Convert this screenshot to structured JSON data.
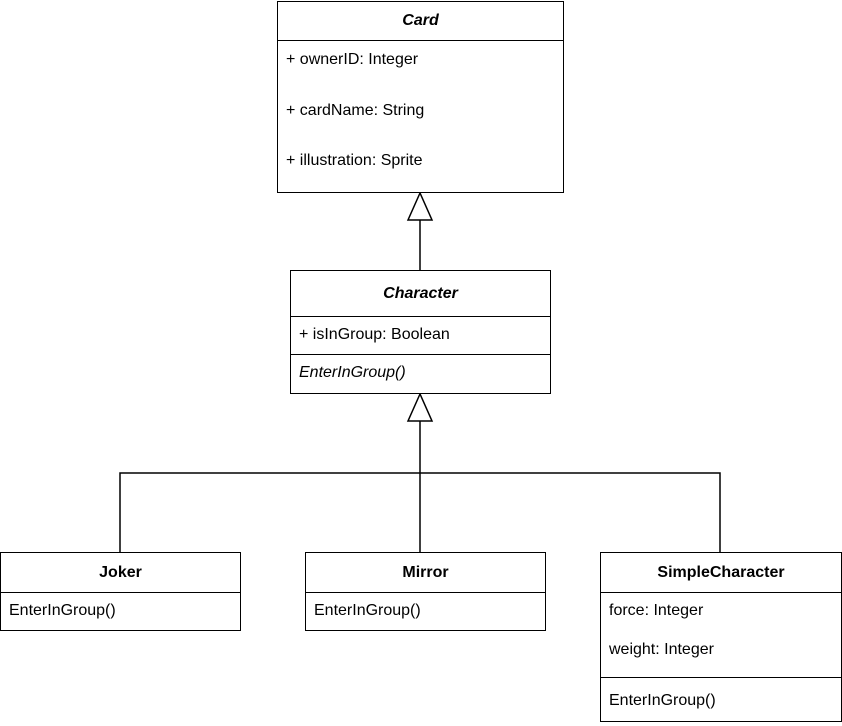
{
  "diagram": {
    "classes": {
      "card": {
        "name": "Card",
        "attributes": [
          "+ ownerID: Integer",
          "+ cardName: String",
          "+ illustration: Sprite"
        ]
      },
      "character": {
        "name": "Character",
        "attributes": [
          "+ isInGroup: Boolean"
        ],
        "methods": [
          "EnterInGroup()"
        ]
      },
      "joker": {
        "name": "Joker",
        "methods": [
          "EnterInGroup()"
        ]
      },
      "mirror": {
        "name": "Mirror",
        "methods": [
          "EnterInGroup()"
        ]
      },
      "simple_character": {
        "name": "SimpleCharacter",
        "attributes": [
          "force: Integer",
          "weight: Integer"
        ],
        "methods": [
          "EnterInGroup()"
        ]
      }
    },
    "relations": [
      {
        "type": "generalization",
        "from": "Character",
        "to": "Card"
      },
      {
        "type": "generalization",
        "from": "Joker",
        "to": "Character"
      },
      {
        "type": "generalization",
        "from": "Mirror",
        "to": "Character"
      },
      {
        "type": "generalization",
        "from": "SimpleCharacter",
        "to": "Character"
      }
    ]
  }
}
